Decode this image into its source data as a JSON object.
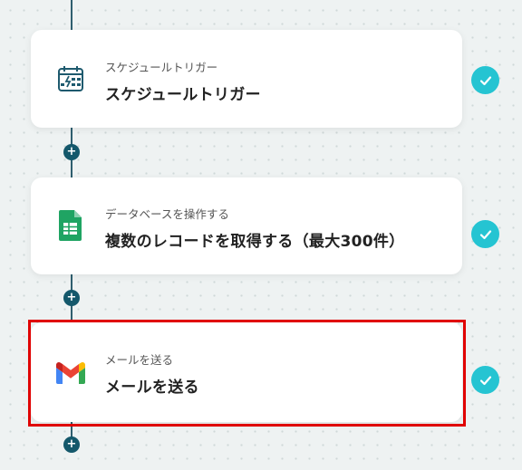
{
  "steps": [
    {
      "subtitle": "スケジュールトリガー",
      "title": "スケジュールトリガー",
      "icon": "calendar-icon",
      "status": "completed"
    },
    {
      "subtitle": "データベースを操作する",
      "title": "複数のレコードを取得する（最大300件）",
      "icon": "google-sheets-icon",
      "status": "completed"
    },
    {
      "subtitle": "メールを送る",
      "title": "メールを送る",
      "icon": "gmail-icon",
      "status": "completed",
      "highlighted": true
    }
  ],
  "colors": {
    "accent": "#14586b",
    "check": "#25c4d2",
    "highlight": "#e00000"
  }
}
